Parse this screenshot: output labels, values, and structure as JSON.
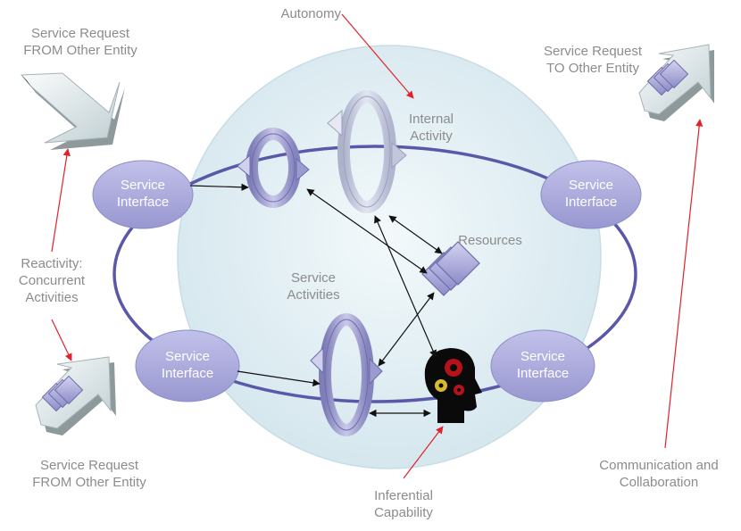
{
  "annotations": {
    "autonomy": "Autonomy",
    "request_from_top": "Service Request\nFROM Other Entity",
    "request_to": "Service Request\nTO Other Entity",
    "reactivity": "Reactivity:\nConcurrent\nActivities",
    "request_from_bottom": "Service Request\nFROM Other Entity",
    "communication": "Communication and\nCollaboration",
    "inferential": "Inferential\nCapability"
  },
  "core": {
    "internal_activity": "Internal\nActivity",
    "resources": "Resources",
    "service_activities": "Service\nActivities"
  },
  "service_interfaces": [
    "Service\nInterface",
    "Service\nInterface",
    "Service\nInterface",
    "Service\nInterface"
  ],
  "colors": {
    "interface_fill": "#a7a6d9",
    "interface_text": "#ffffff",
    "ring_stroke": "#5a58a8",
    "core_fill": "#dfeef4",
    "label_gray": "#8c8c8c",
    "annotation_arrow": "#e0222a",
    "link_arrow": "#111111"
  },
  "icons": {
    "big_arrow": "block-arrow-icon",
    "cycle": "circular-arrows-icon",
    "resources": "stacked-diamonds-icon",
    "brain": "head-gears-icon"
  }
}
